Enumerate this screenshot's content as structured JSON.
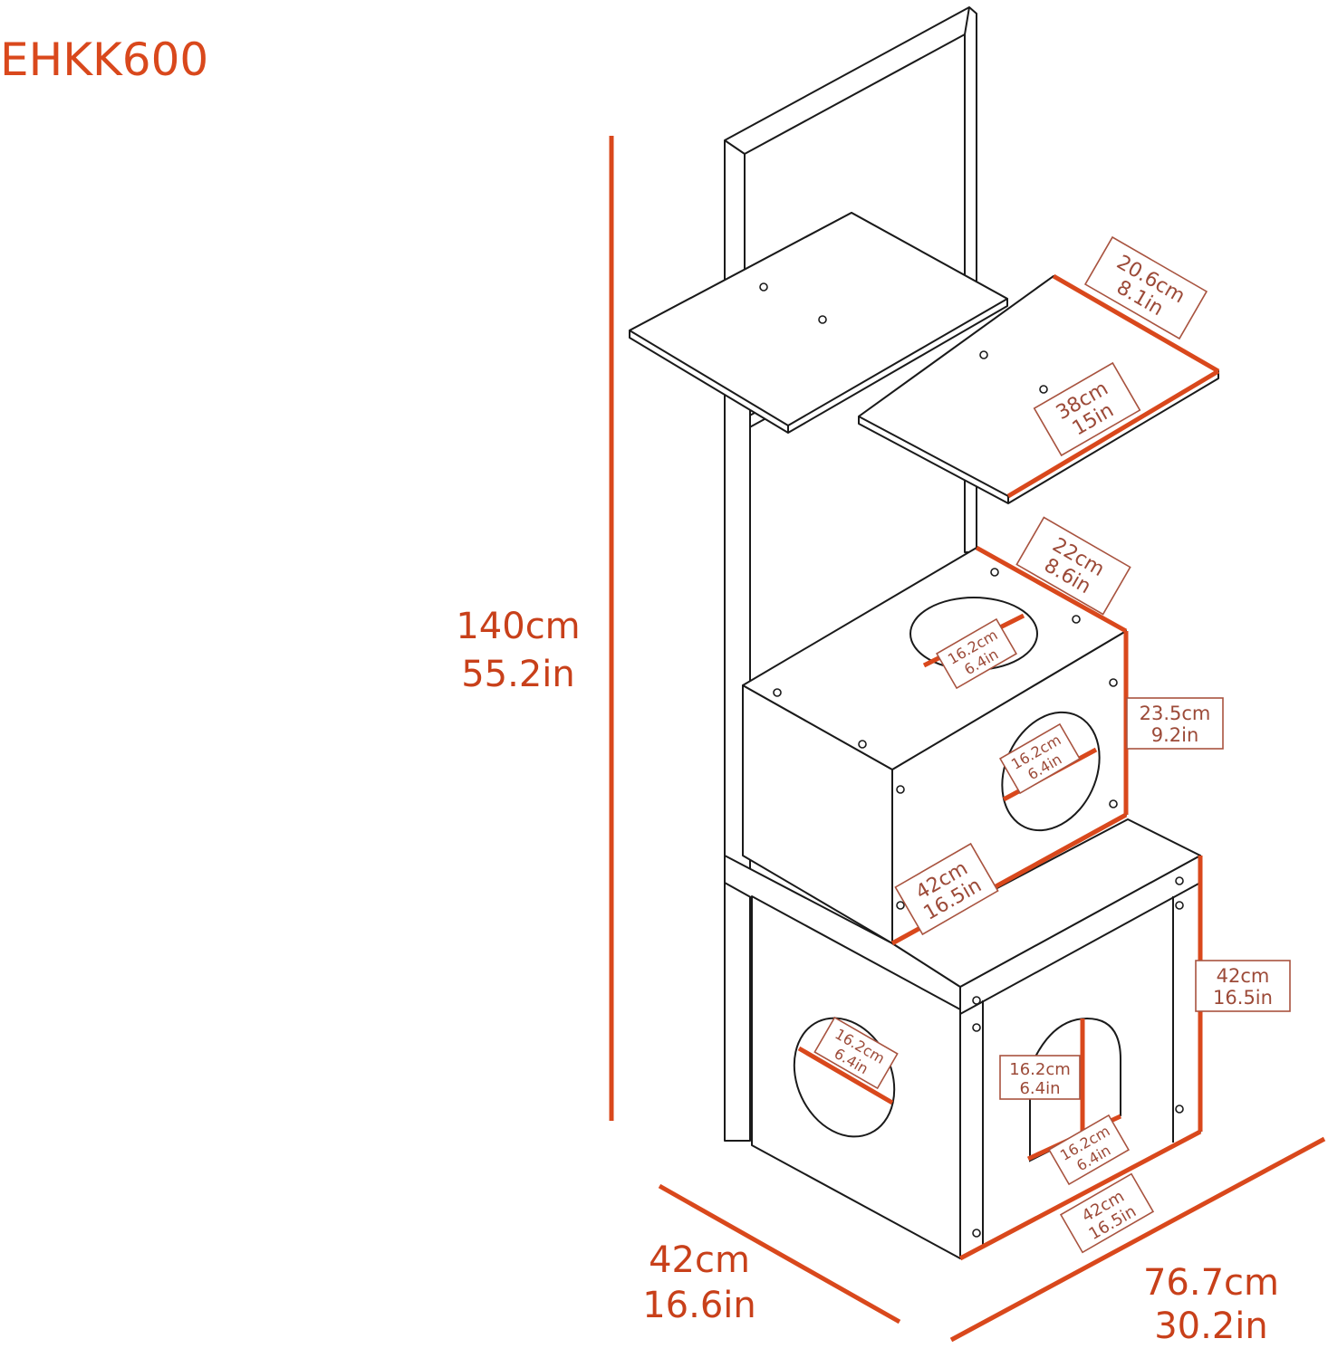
{
  "title": "EHKK600",
  "colors": {
    "dimension": "#d9481c",
    "label_text": "#9c4a38",
    "outline": "#1a1a1a"
  },
  "overall": {
    "height": {
      "cm": "140cm",
      "in": "55.2in"
    },
    "depth": {
      "cm": "42cm",
      "in": "16.6in"
    },
    "width": {
      "cm": "76.7cm",
      "in": "30.2in"
    }
  },
  "labels": {
    "shelf_depth": {
      "cm": "20.6cm",
      "in": "8.1in"
    },
    "shelf_width": {
      "cm": "38cm",
      "in": "15in"
    },
    "upper_box_depth": {
      "cm": "22cm",
      "in": "8.6in"
    },
    "upper_top_hole": {
      "cm": "16.2cm",
      "in": "6.4in"
    },
    "upper_box_height": {
      "cm": "23.5cm",
      "in": "9.2in"
    },
    "upper_front_hole": {
      "cm": "16.2cm",
      "in": "6.4in"
    },
    "upper_box_width": {
      "cm": "42cm",
      "in": "16.5in"
    },
    "lower_box_height": {
      "cm": "42cm",
      "in": "16.5in"
    },
    "lower_side_hole": {
      "cm": "16.2cm",
      "in": "6.4in"
    },
    "door_height": {
      "cm": "16.2cm",
      "in": "6.4in"
    },
    "door_width": {
      "cm": "16.2cm",
      "in": "6.4in"
    },
    "lower_box_width": {
      "cm": "42cm",
      "in": "16.5in"
    }
  }
}
